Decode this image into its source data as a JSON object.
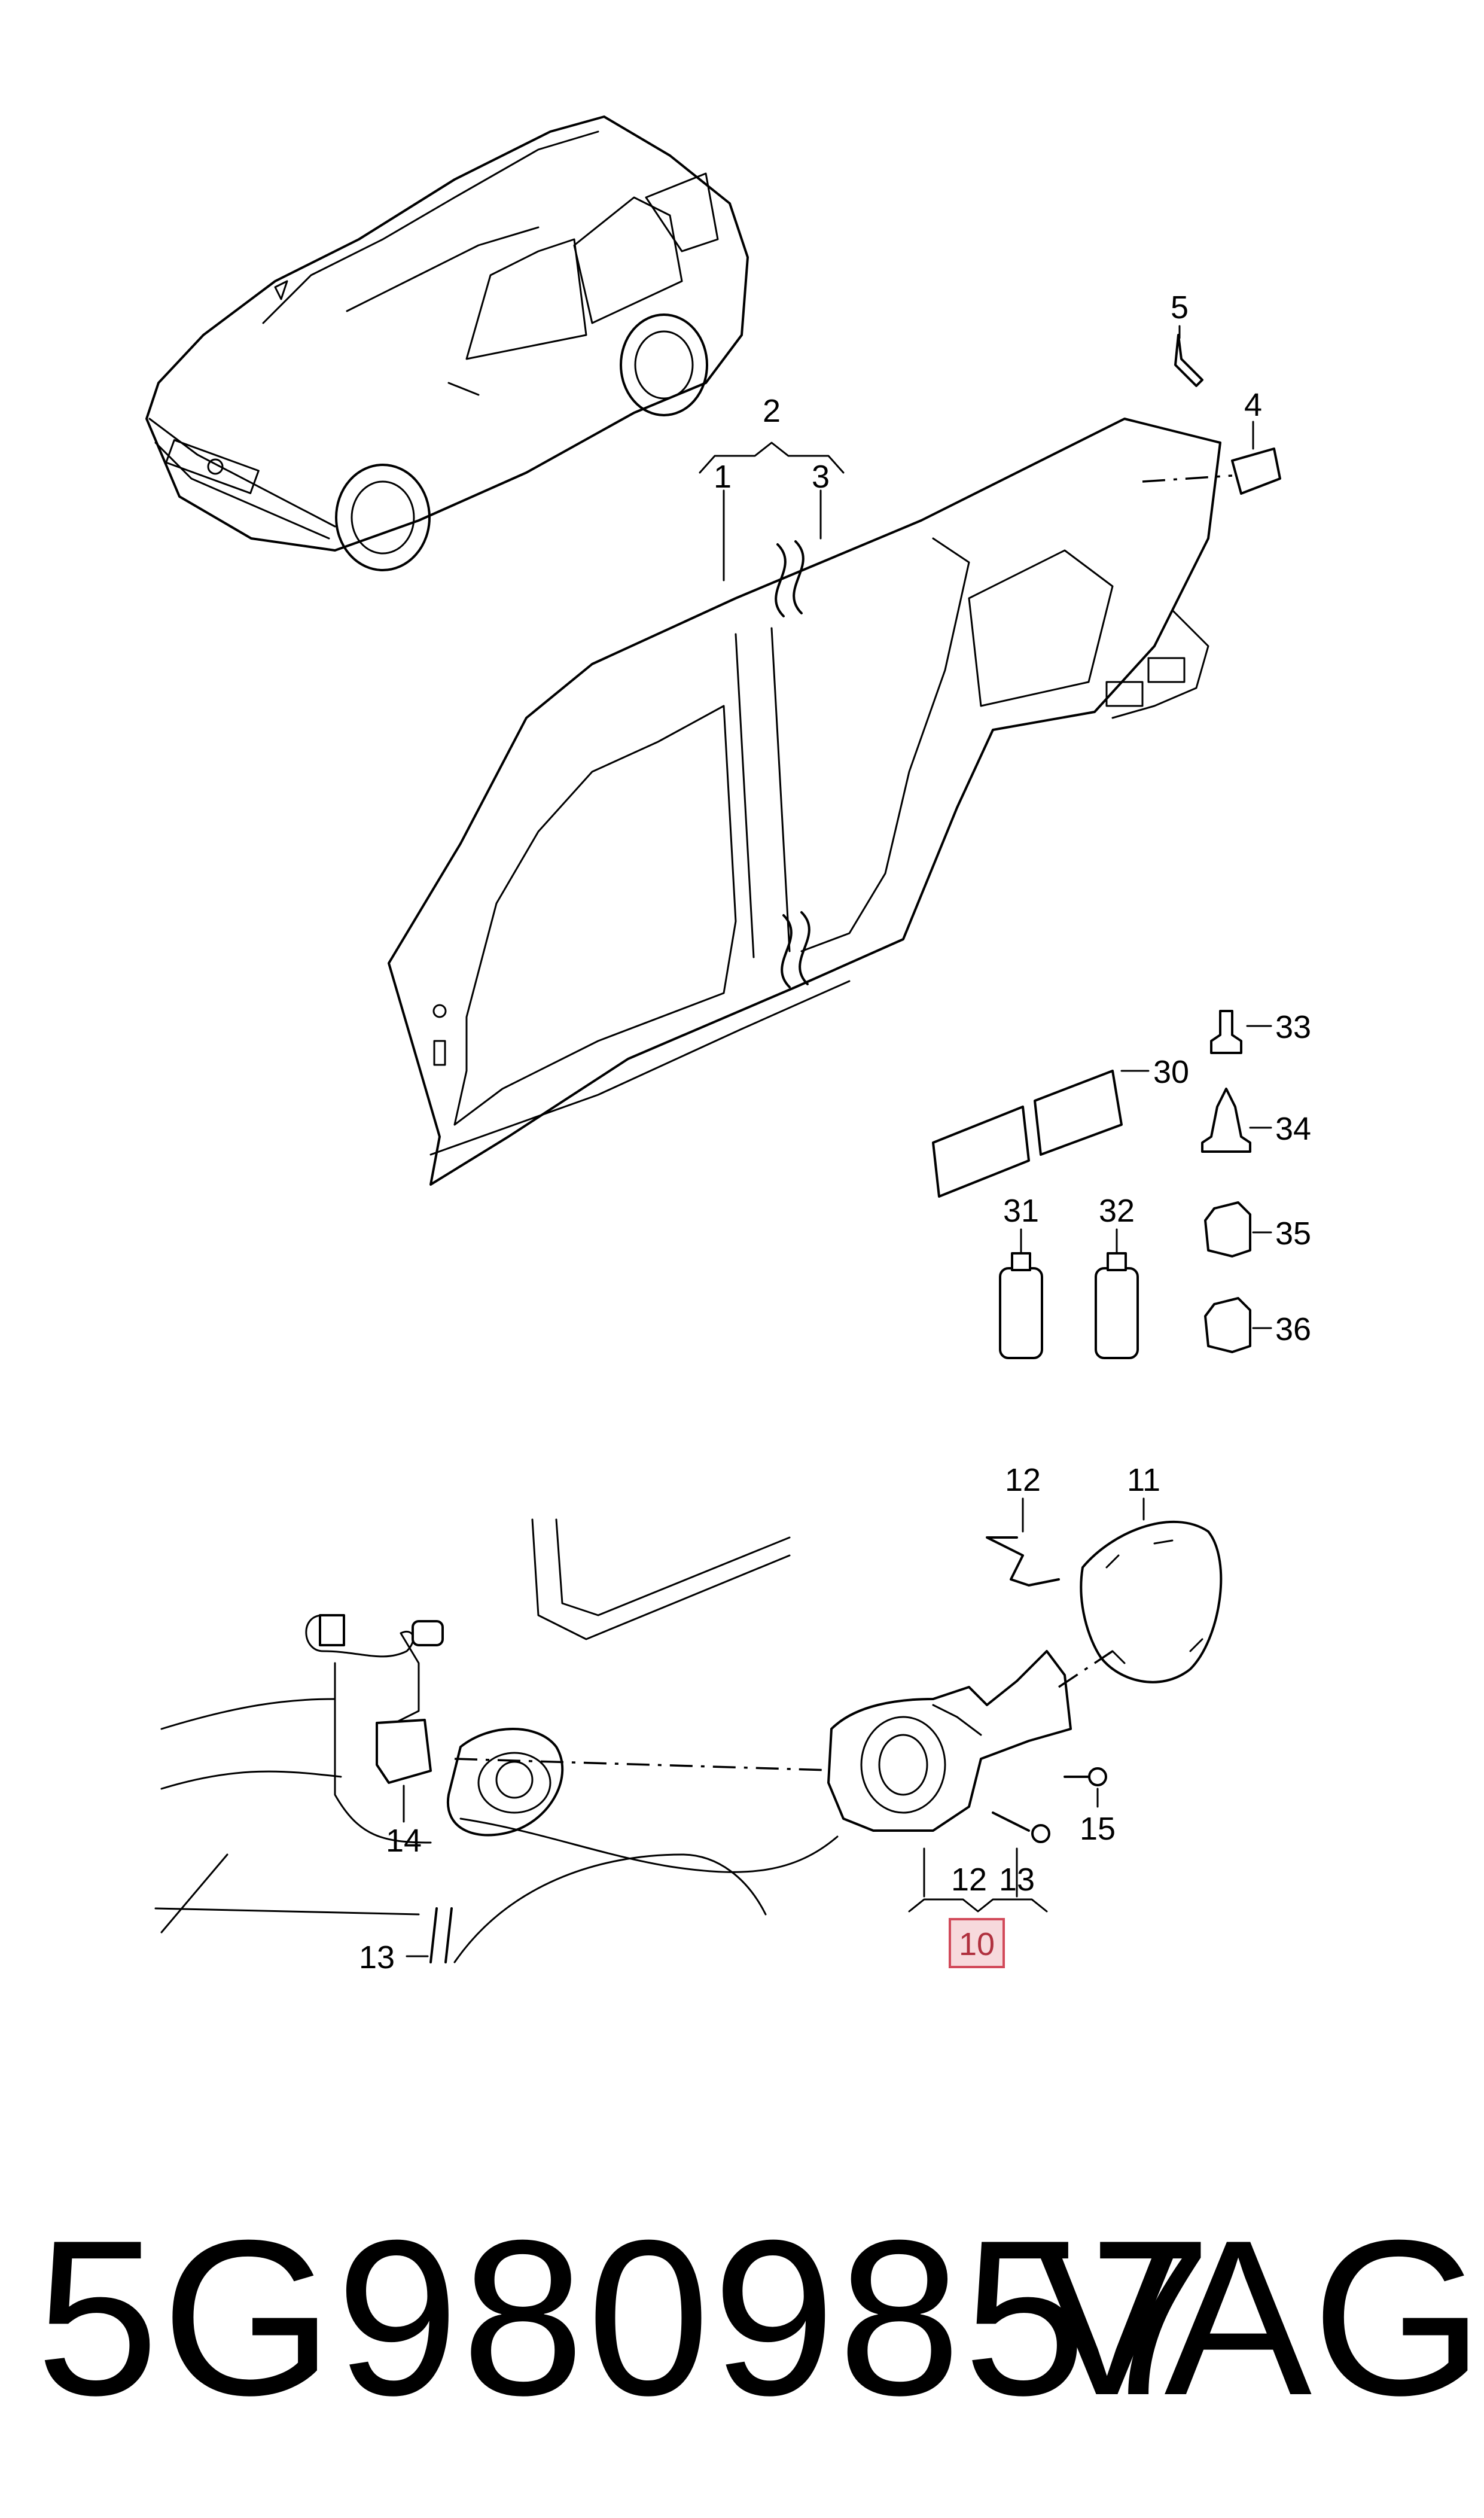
{
  "callouts": {
    "c1": "1",
    "c2": "2",
    "c3": "3",
    "c4": "4",
    "c5": "5",
    "c30": "30",
    "c31": "31",
    "c32": "32",
    "c33": "33",
    "c34": "34",
    "c35": "35",
    "c36": "36",
    "c11": "11",
    "c12a": "12",
    "c14": "14",
    "c15": "15",
    "c13a": "13",
    "c12b": "12",
    "c13b": "13",
    "c10": "10"
  },
  "highlight_color": "#f7d9dc",
  "footer": {
    "part_number": "5G9809857",
    "brand": "VAG"
  }
}
